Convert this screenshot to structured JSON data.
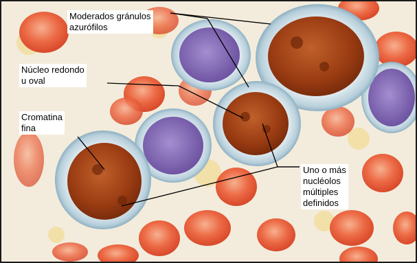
{
  "annotations": {
    "granules": "Moderados gránulos\nazurófilos",
    "nucleus": "Núcleo redondo\nu oval",
    "chromatin": "Cromatina\nfina",
    "nucleoli": "Uno o más\nnucléolos\nmúltiples\ndefinidos"
  },
  "colors": {
    "background": "#f3ecdc",
    "red_cell": "#e8563a",
    "lymphocyte_nucleus": "#7b63b0",
    "blast_nucleus": "#9a3e14",
    "cell_halo": "#bcd3de",
    "leader_line": "#000000"
  }
}
